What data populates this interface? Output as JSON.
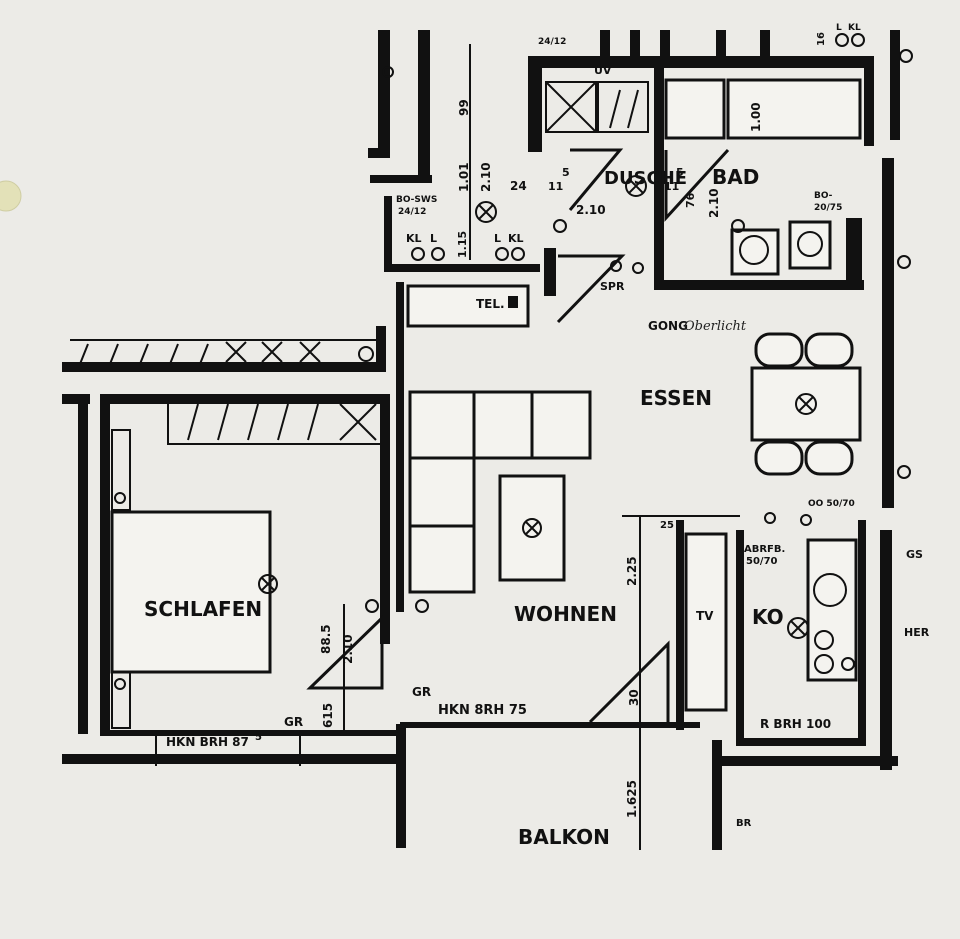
{
  "paper_color": "#ecebe7",
  "ink_color": "#111111",
  "rooms": {
    "schlafen": "SCHLAFEN",
    "wohnen": "WOHNEN",
    "essen": "ESSEN",
    "bad": "BAD",
    "dusche": "DUSCHE",
    "kueche": "KO",
    "balkon": "BALKON"
  },
  "labels": {
    "uv": "UV",
    "tel": "TEL.",
    "spr": "SPR",
    "gong": "GONG",
    "gong_note": "Oberlicht",
    "tv": "TV",
    "abrfb": "ABRFB.",
    "abrfb_size": "50/70",
    "gs": "GS",
    "her": "HER",
    "gr_left": "GR",
    "gr_right": "GR",
    "kl_left": "KL",
    "l_left": "L",
    "l_right": "L",
    "kl_right": "KL",
    "l_top": "L",
    "kl_top": "KL",
    "bo_sws": "BO-SWS",
    "bo_sws_size": "24/12",
    "top_size": "24/12",
    "bo_bad": "BO-",
    "bo_bad_size": "20/75",
    "oo": "OO 50/70",
    "br": "BR",
    "hkn_left": "HKN BRH 87",
    "hkn_left_sup": "5",
    "hkn_mid": "HKN 8RH 75",
    "r_brh": "R BRH 100"
  },
  "dimensions": {
    "d99": "99",
    "d101": "1.01",
    "d210a": "2.10",
    "d24": "24",
    "d11a": "11",
    "d5a": "5",
    "d210b": "2.10",
    "d11b": "11",
    "d5b": "5",
    "d76": "76",
    "d210c": "2.10",
    "d100": "1.00",
    "d115": "1.15",
    "d225": "2.25",
    "d25": "25",
    "d885": "88.5",
    "d210d": "2.10",
    "d615": "615",
    "d30": "30",
    "d1625": "1.625",
    "d16": "16"
  }
}
